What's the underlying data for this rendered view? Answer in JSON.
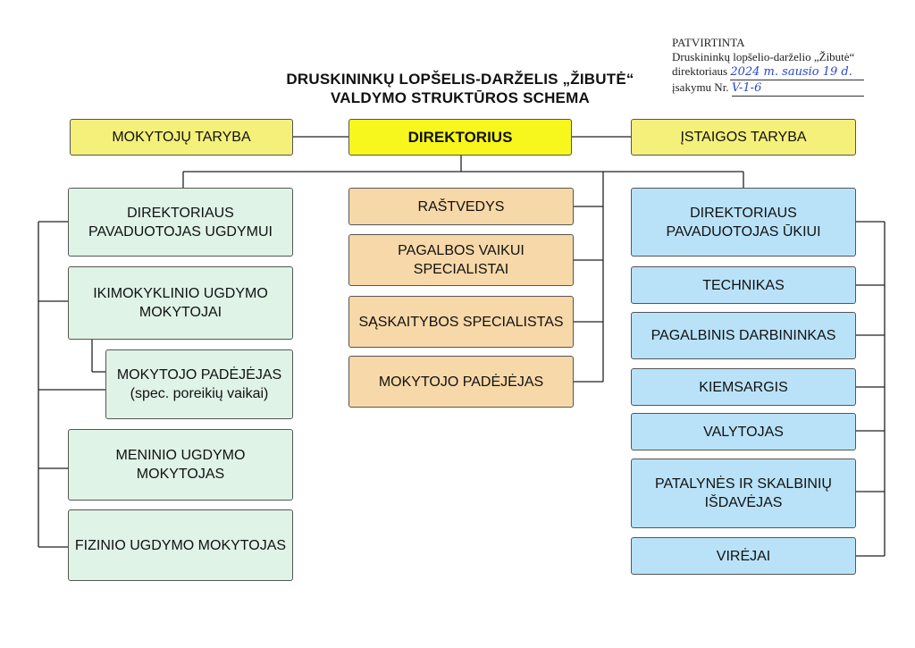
{
  "approval": {
    "heading": "PATVIRTINTA",
    "line1": "Druskininkų lopšelio-darželio „Žibutė“",
    "line2_prefix": "direktoriaus",
    "line2_hand": "2024 m. sausio 19 d.",
    "line3_prefix": "įsakymu Nr.",
    "line3_hand": "V-1-6"
  },
  "title": {
    "line1": "DRUSKININKŲ LOPŠELIS-DARŽELIS „ŽIBUTĖ“",
    "line2": "VALDYMO STRUKTŪROS SCHEMA"
  },
  "top": {
    "left": "MOKYTOJŲ TARYBA",
    "center": "DIREKTORIUS",
    "right": "ĮSTAIGOS TARYBA"
  },
  "left_column": [
    "DIREKTORIAUS PAVADUOTOJAS UGDYMUI",
    "IKIMOKYKLINIO UGDYMO MOKYTOJAI",
    "MOKYTOJO PADĖJĖJAS (spec. poreikių vaikai)",
    "MENINIO UGDYMO MOKYTOJAS",
    "FIZINIO UGDYMO MOKYTOJAS"
  ],
  "middle_column": [
    "RAŠTVEDYS",
    "PAGALBOS VAIKUI SPECIALISTAI",
    "SĄSKAITYBOS SPECIALISTAS",
    "MOKYTOJO PADĖJĖJAS"
  ],
  "right_column": [
    "DIREKTORIAUS PAVADUOTOJAS ŪKIUI",
    "TECHNIKAS",
    "PAGALBINIS DARBININKAS",
    "KIEMSARGIS",
    "VALYTOJAS",
    "PATALYNĖS IR SKALBINIŲ IŠDAVĖJAS",
    "VIRĖJAI"
  ]
}
